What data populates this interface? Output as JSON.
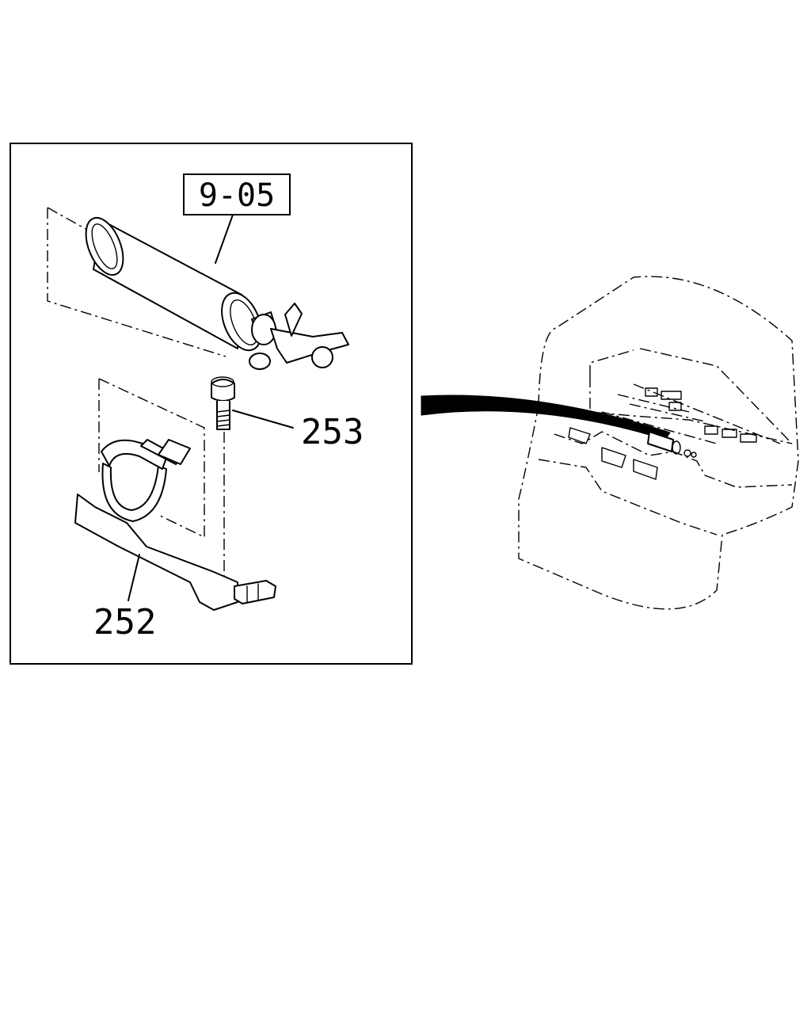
{
  "diagram": {
    "ref_box_label": "9-05",
    "part_labels": [
      "253",
      "252"
    ]
  }
}
